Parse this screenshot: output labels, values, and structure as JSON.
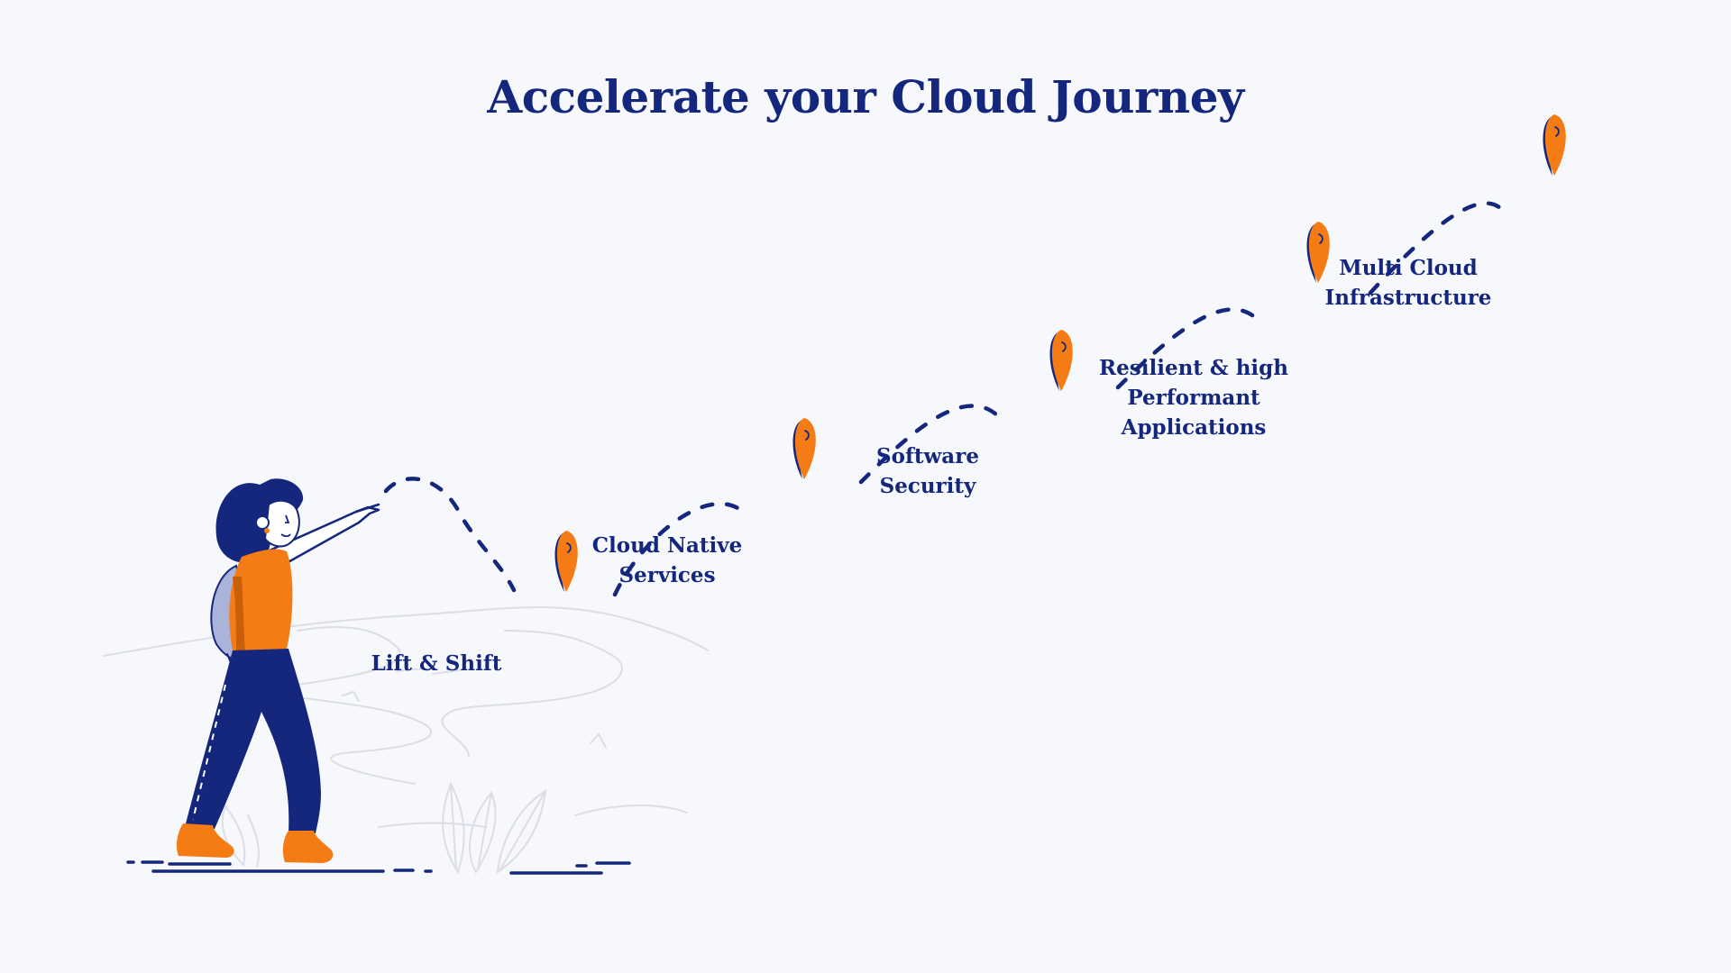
{
  "title": "Accelerate your Cloud Journey",
  "colors": {
    "background": "#f6f8fc",
    "navy": "#14277d",
    "orange": "#f57c15",
    "sketch": "#dcdde6"
  },
  "milestones": [
    {
      "lines": [
        "Lift & Shift"
      ],
      "icon": "map-pin-icon"
    },
    {
      "lines": [
        "Cloud Native",
        "Services"
      ],
      "icon": "map-pin-icon"
    },
    {
      "lines": [
        "Software",
        "Security"
      ],
      "icon": "map-pin-icon"
    },
    {
      "lines": [
        "Resilient & high",
        "Performant",
        "Applications"
      ],
      "icon": "map-pin-icon"
    },
    {
      "lines": [
        "Multi Cloud",
        "Infrastructure"
      ],
      "icon": "map-pin-icon"
    }
  ],
  "illustration": {
    "figure": "woman-pointing-forward",
    "scenery": "hill-and-leaves-sketch"
  }
}
